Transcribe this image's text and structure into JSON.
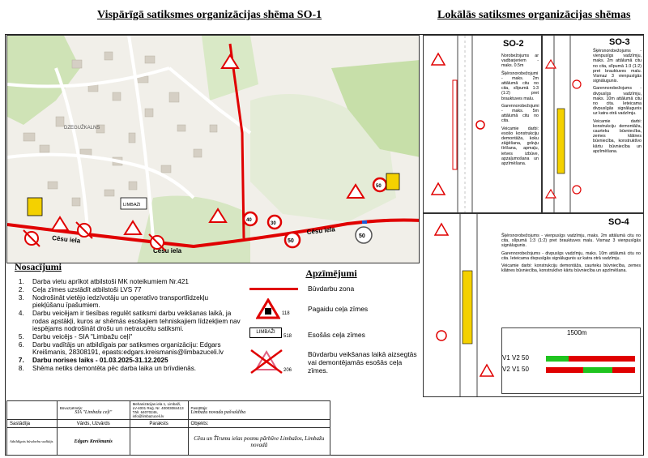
{
  "titles": {
    "main": "Vispārīgā satiksmes organizācijas shēma SO-1",
    "local": "Lokālās satiksmes organizācijas shēmas"
  },
  "map": {
    "street_labels": [
      "Cēsu iela",
      "Cēsu iela",
      "Cēsu iela",
      "DZEGUŽKALNS"
    ],
    "speed_signs": [
      "50",
      "50",
      "50",
      "40",
      "30"
    ],
    "board_label": "LIMBAŽI",
    "road_color": "#e00000"
  },
  "conditions": {
    "title": "Nosacījumi",
    "items": [
      "Darba vietu aprīkot atbilstoši MK noteikumiem Nr.421",
      "Ceļa zīmes uzstādīt atbilstoši LVS 77",
      "Nodrošināt vietējo iedzīvotāju un operatīvo transportlīdzekļu piekļūšanu īpašumiem.",
      "Darbu veicējam ir tiesības regulēt satiksmi darbu veikšanas laikā, ja rodas apstākļi, kuros ar shēmās esošajiem tehniskajiem līdzekļiem nav iespējams nodrošināt drošu un netraucētu satiksmi.",
      "Darbu veicējs - SIA \"Limbažu ceļi\"",
      "Darbu vadītājs un atbildīgais par satiksmes organizāciju: Edgars Kreišmanis, 28308191, epasts:edgars.kreismanis@limbazuceli.lv",
      "Darbu norises laiks - 01.03.2025-31.12.2025",
      "Shēma netiks demontēta pēc darba laika un brīvdienās."
    ]
  },
  "legend": {
    "title": "Apzīmējumi",
    "items": [
      {
        "label": "Būvdarbu zona"
      },
      {
        "label": "Pagaidu ceļa zīmes",
        "code": "118"
      },
      {
        "label": "Esošās ceļa zīmes",
        "code": "518",
        "board": "LIMBAŽI"
      },
      {
        "label": "Būvdarbu veikšanas laikā aizsegtās vai demontējamās esošās ceļa zīmes.",
        "code": "206"
      }
    ]
  },
  "panels": {
    "so2": {
      "title": "SO-2",
      "paragraphs": [
        "Norobežojums ar vadbarjeriem - maks. 0.5m",
        "Šķērsnorobežojumi - maks. 2m attālumā citu no cita, slīpumā 1:3 (1:2) pret brauktuves malu.",
        "Garennorobežojumi - maks. 5m attālumā citu no cita.",
        "Veicamie darbi: esošo konstrukciju demontāža, koku zāģēšana, grāvju tīrīšana, apmaļu, ietves izbūve, apzaļumošana un apzīmēšana."
      ]
    },
    "so3": {
      "title": "SO-3",
      "paragraphs": [
        "Šķērsnorobežojums - vienpusīgs vadzīmju, maks. 2m attālumā citu no cita, slīpumā 1:3 (1:2) pret brauktuves malu. Vismaz 3 vienpusīgās signālugunis.",
        "Garennorobežojums - divpusīgs vadzīmju, maks. 10m attālumā citu no cita. Ieteicama divpusīgās signālugunis uz katra otrā vadzīmju.",
        "Veicamie darbi: konstrukciju demontāža, caurteku būvniecība, zemes klātnes būvniecība, konstruktīvo kārtu būvniecība un apzīmēšana."
      ]
    },
    "so4": {
      "title": "SO-4",
      "paragraphs": [
        "Šķērsnorobežojums - vienpusīgs vadzīmju, maks. 2m attālumā citu no cita, slīpumā 1:3 (1:2) pret brauktuves malu. Vismaz 3 vienpusīgās signālugunis.",
        "Garennorobežojums - divpusīgs vadzīmju, maks. 10m attālumā citu no cita. Ieteicama divpusīgās signālugunis uz katra otrā vadzīmju.",
        "Veicamie darbi: konstrukciju demontāža, caurteku būvniecība, zemes klātnes būvniecība, konstruktīvo kārtu būvniecība un apzīmēšana."
      ],
      "traffic_light": {
        "distance": "1500m",
        "rows": [
          {
            "label": "V1 V2",
            "speed": "50"
          },
          {
            "label": "V2 V1",
            "speed": "50"
          }
        ]
      }
    }
  },
  "titleblock": {
    "client_label": "Būvuzņēmējs:",
    "client": "SIA \"Limbažu ceļi\"",
    "address": "Mehanizācijas iela 1, Limbaži, LV-4001 Reģ. Nr. 40003084413 Tālr. 64070246, info@limbazuceli.lv",
    "approved_label": "Pasūtītājs:",
    "approved": "Limbažu novada pašvaldība",
    "position": "Sastādīja",
    "name_label": "Vārds, Uzvārds",
    "signature": "Paraksts",
    "object_label": "Objekts:",
    "role": "Atbildīgais būvdarbu vadītājs",
    "person": "Edgars Kreišmanis",
    "object": "Cēsu un Ťīrumu ielas posmu pārbūve Limbažos, Limbažu novadā"
  }
}
